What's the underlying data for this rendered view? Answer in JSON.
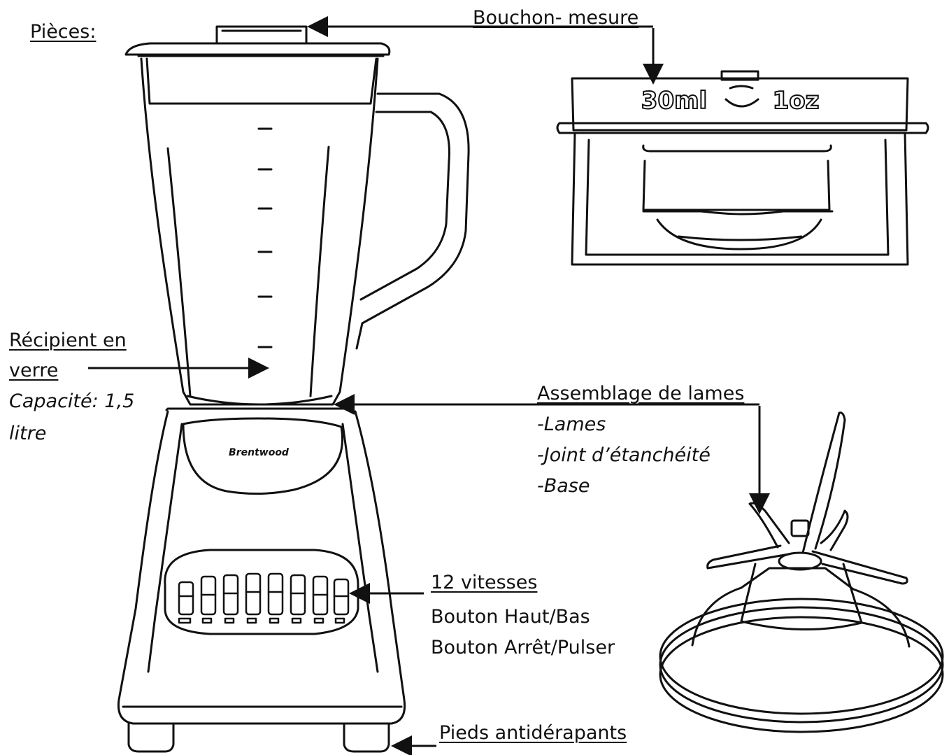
{
  "heading": "Pièces:",
  "callouts": {
    "cap": {
      "title": "Bouchon- mesure"
    },
    "cap_markings": {
      "left": "30ml",
      "right": "1oz"
    },
    "jar": {
      "title_line1": "Récipient en",
      "title_line2": "verre",
      "capacity_line1": "Capacité: 1,5",
      "capacity_line2": "litre"
    },
    "blades": {
      "title": "Assemblage de lames",
      "items": [
        "-Lames",
        "-Joint d’étanchéité",
        "-Base"
      ]
    },
    "speeds": {
      "title": "12 vitesses",
      "line2": "Bouton Haut/Bas",
      "line3": "Bouton Arrêt/Pulser"
    },
    "feet": {
      "title": "Pieds antidérapants"
    }
  },
  "brand": "Brentwood",
  "colors": {
    "line": "#111111",
    "background": "#ffffff"
  }
}
